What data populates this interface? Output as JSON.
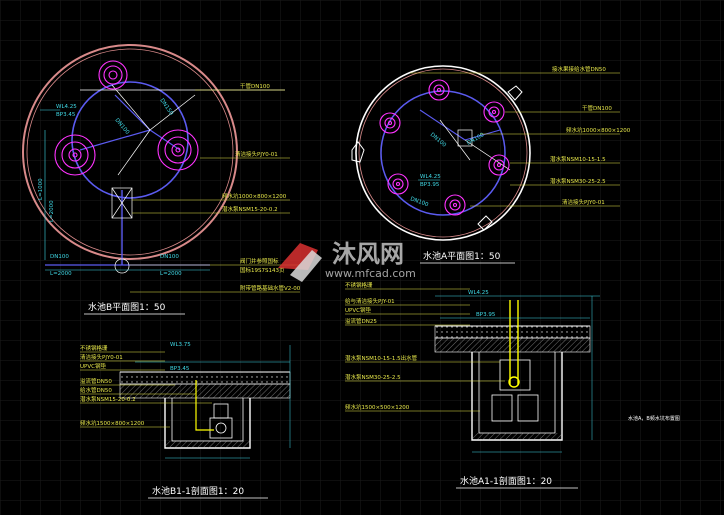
{
  "colors": {
    "background": "#000000",
    "grid": "#1a1a1a",
    "rim": "#d98a8a",
    "pipe": "#5b5bf0",
    "fountain": "#ff33ff",
    "dimension": "#3fd9e6",
    "label": "#e8e84a",
    "structure": "#ffffff",
    "hatch": "#cfcfcf"
  },
  "planB": {
    "title": "水池B平面图1：50",
    "dims": [
      "DN100",
      "L=2000",
      "DN100",
      "L=2000"
    ],
    "side_dims": [
      "L=1000",
      "L=2000"
    ],
    "diag_dims": [
      "DN150",
      "DN100"
    ],
    "wl": [
      "WL4.25",
      "BP3.45"
    ],
    "callouts": [
      "干管DN100",
      "清洁接头PJY0-01",
      "频水坑1000×800×1200",
      "潜水泵NSM15-20-0.2",
      "阀门井参照国标",
      "国标19S7S143页",
      "附带管路基础水管V2-00"
    ]
  },
  "planA": {
    "title": "水池A平面图1：50",
    "diag_dims": [
      "DN100",
      "DN100",
      "DN100"
    ],
    "wl": [
      "WL4.25",
      "BP3.95"
    ],
    "callouts": [
      "接水果接给水管DN50",
      "干管DN100",
      "频水坑1000×800×1200",
      "潜水泵NSM10-15-1.5",
      "潜水泵NSM30-25-2.5",
      "清洁接头PJY0-01"
    ]
  },
  "sectionB": {
    "title": "水池B1-1剖面图1：20",
    "levels": [
      "WL3.75",
      "BP3.45"
    ],
    "callouts": [
      "不锈钢格珊",
      "清洁接头PJY0-01",
      "UPVC钢垫",
      "溢流管DN50",
      "给水管DN50",
      "潜水泵NSM15-20-0.2",
      "频水坑1500×800×1200"
    ]
  },
  "sectionA": {
    "title": "水池A1-1剖面图1：20",
    "levels": [
      "WL4.25",
      "BP3.95"
    ],
    "callouts": [
      "不锈钢格珊",
      "给与清洁接头PJY-01",
      "UPVC钢垫",
      "溢流管DN25",
      "潜水泵NSM10-15-1.5出水管",
      "潜水泵NSM30-25-2.5",
      "频水坑1500×500×1200"
    ]
  },
  "side_note": "水池A，B频水坑布置图",
  "watermark": {
    "brand": "沐风网",
    "url": "www.mfcad.com"
  }
}
